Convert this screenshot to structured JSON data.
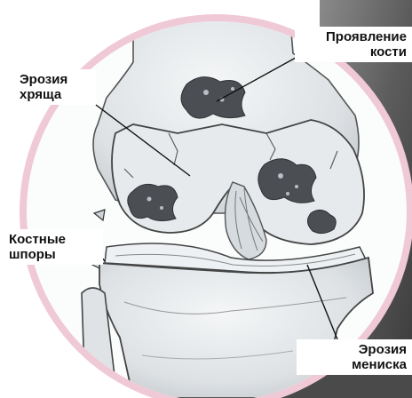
{
  "labels": {
    "bone_manifestation": "Проявление\nкости",
    "cartilage_erosion": "Эрозия\nхряща",
    "bone_spurs": "Костные\nшпоры",
    "meniscus_erosion": "Эрозия\nмениска"
  },
  "colors": {
    "circle_ring": "#f0c9d6",
    "bone_fill": "#e9ecee",
    "erosion_dark": "#4b4f53",
    "background_dark": "#6a6a6a",
    "label_bg": "#ffffff",
    "label_text": "#111111",
    "leader_line": "#111111"
  }
}
